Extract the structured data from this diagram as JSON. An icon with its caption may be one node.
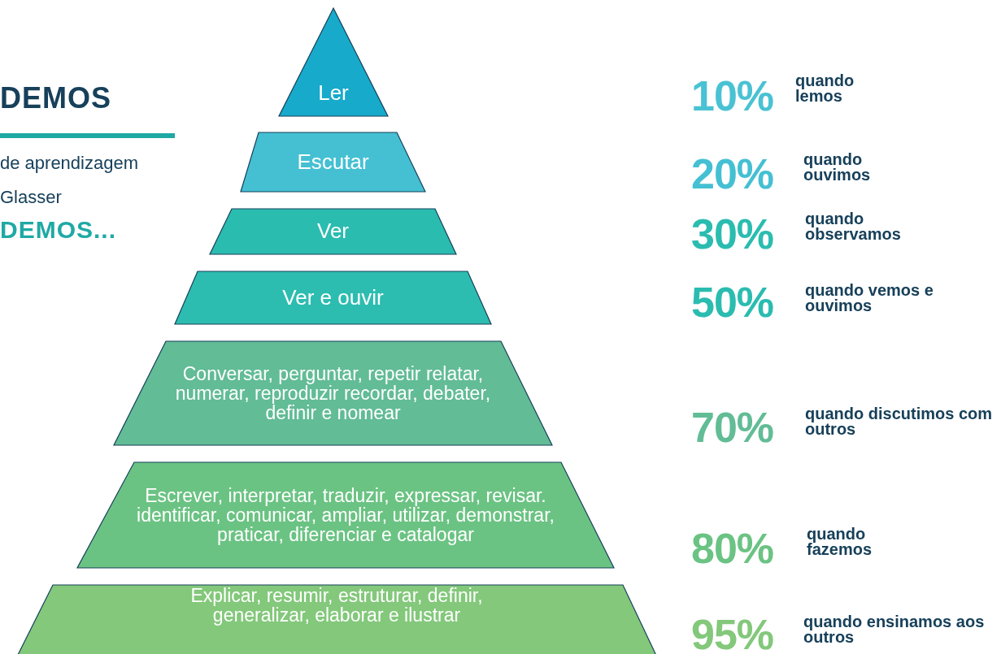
{
  "diagram": {
    "nodes": [
      {
        "text": [
          "Ler"
        ]
      },
      {
        "text": [
          "Escutar"
        ]
      },
      {
        "text": [
          "Ver"
        ]
      },
      {
        "text": [
          "Ver e ouvir"
        ]
      },
      {
        "text": [
          "Conversar, perguntar, repetir relatar, numerar, reproduzir recordar, debater, definir e nomear"
        ]
      },
      {
        "text": [
          "Escrever, interpretar, traduzir, expressar, revisar. identificar, comunicar, ampliar, utilizar, demonstrar, praticar, diferenciar e catalogar"
        ]
      },
      {
        "text": [
          "Explicar, resumir, estruturar, definir, generalizar, elaborar e ilustrar"
        ]
      }
    ],
    "edges": [],
    "labels": [
      "DEMOS",
      "de aprendizagem",
      "Glasser",
      "DEMOS...",
      "10%",
      "quando lemos",
      "20%",
      "quando ouvimos",
      "30%",
      "quando observamos",
      "50%",
      "quando vemos e ouvimos",
      "70%",
      "quando discutimos com outros",
      "80%",
      "quando fazemos",
      "95%",
      "quando ensinamos aos outros"
    ]
  }
}
